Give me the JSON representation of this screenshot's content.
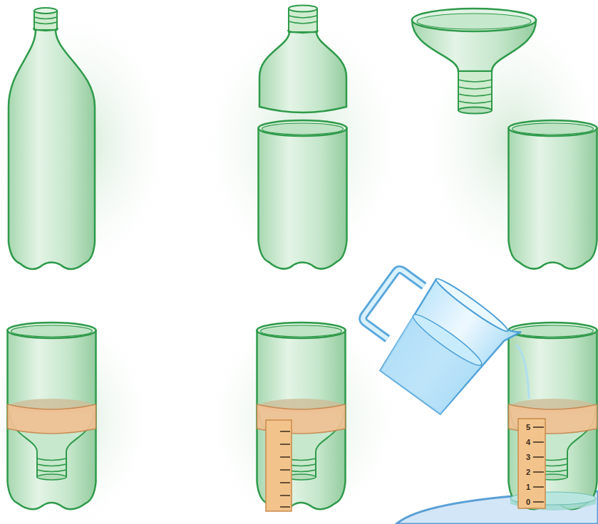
{
  "diagram": {
    "labels": [
      "5",
      "4",
      "3",
      "2",
      "1",
      "0"
    ]
  }
}
